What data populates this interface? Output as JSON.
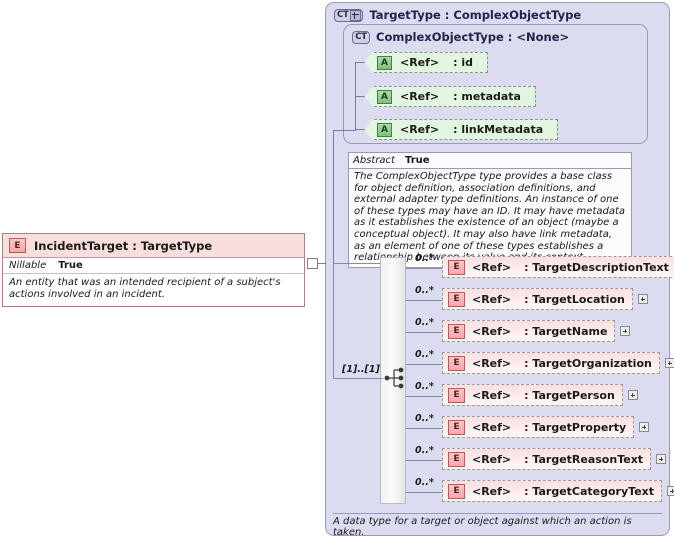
{
  "type_panel": {
    "badge": "CT",
    "badge_expand": "+",
    "title": "TargetType : ComplexObjectType",
    "caption": "A data type for a target or object against which an action is taken."
  },
  "inner_panel": {
    "badge": "CT",
    "title": "ComplexObjectType : <None>"
  },
  "attributes": [
    {
      "icon": "A",
      "ref": "<Ref>",
      "name": ": id"
    },
    {
      "icon": "A",
      "ref": "<Ref>",
      "name": ": metadata"
    },
    {
      "icon": "A",
      "ref": "<Ref>",
      "name": ": linkMetadata"
    }
  ],
  "doc_box": {
    "abstract_label": "Abstract",
    "abstract_value": "True",
    "description": "The ComplexObjectType type provides a base class for object definition, association definitions, and external adapter type definitions. An instance of one of these types may have an ID. It may have metadata as it establishes the existence of an object (maybe a conceptual object). It may also have link metadata, as an element of one of these types establishes a relationship between its value and its context."
  },
  "left_element": {
    "icon": "E",
    "title": "IncidentTarget : TargetType",
    "nillable_label": "Nillable",
    "nillable_value": "True",
    "description": "An entity that was an intended recipient of a subject's actions involved in an incident."
  },
  "choice": {
    "cardinality": "[1]..[1]",
    "connector": "choice-connector"
  },
  "elements": [
    {
      "icon": "E",
      "ref": "<Ref>",
      "name": ": TargetDescriptionText",
      "cardinality": "0..*",
      "expand": "+"
    },
    {
      "icon": "E",
      "ref": "<Ref>",
      "name": ": TargetLocation",
      "cardinality": "0..*",
      "expand": "+"
    },
    {
      "icon": "E",
      "ref": "<Ref>",
      "name": ": TargetName",
      "cardinality": "0..*",
      "expand": "+"
    },
    {
      "icon": "E",
      "ref": "<Ref>",
      "name": ": TargetOrganization",
      "cardinality": "0..*",
      "expand": "+"
    },
    {
      "icon": "E",
      "ref": "<Ref>",
      "name": ": TargetPerson",
      "cardinality": "0..*",
      "expand": "+"
    },
    {
      "icon": "E",
      "ref": "<Ref>",
      "name": ": TargetProperty",
      "cardinality": "0..*",
      "expand": "+"
    },
    {
      "icon": "E",
      "ref": "<Ref>",
      "name": ": TargetReasonText",
      "cardinality": "0..*",
      "expand": "+"
    },
    {
      "icon": "E",
      "ref": "<Ref>",
      "name": ": TargetCategoryText",
      "cardinality": "0..*",
      "expand": "+"
    }
  ],
  "colors": {
    "panel_bg": "#dcdcf0",
    "panel_border": "#9a9ab8",
    "attribute_bg": "#e2f5e0",
    "element_bg": "#fbdede",
    "element_border": "#b08080",
    "connector_line": "#8a8aa8"
  }
}
